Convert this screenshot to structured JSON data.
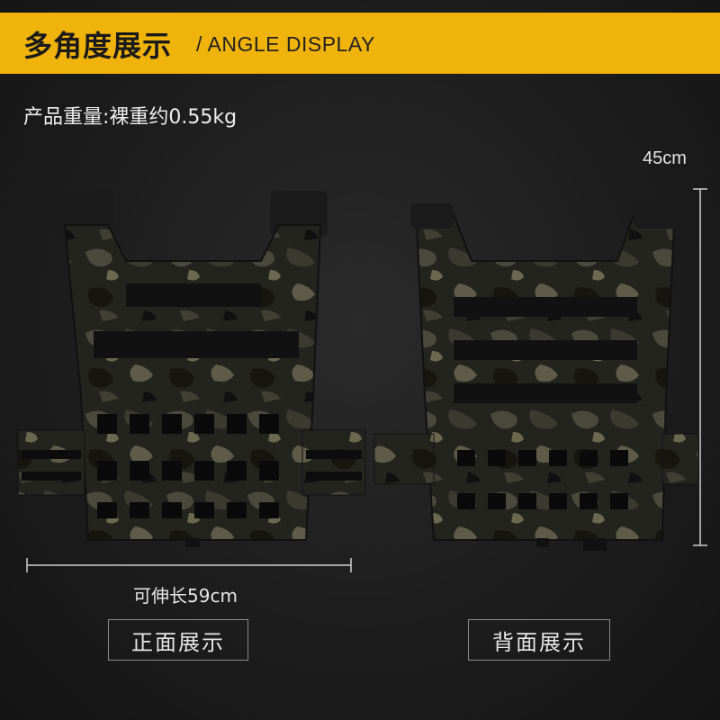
{
  "header": {
    "title_cn": "多角度展示",
    "title_en": "/ ANGLE DISPLAY"
  },
  "weight_text": "产品重量:裸重约0.55kg",
  "dimensions": {
    "height_label": "45cm",
    "width_label": "可伸长59cm"
  },
  "captions": {
    "front": "正面展示",
    "back": "背面展示"
  },
  "colors": {
    "banner": "#f0b30c",
    "background": "#1c1c1c",
    "text": "#eeeeee"
  }
}
